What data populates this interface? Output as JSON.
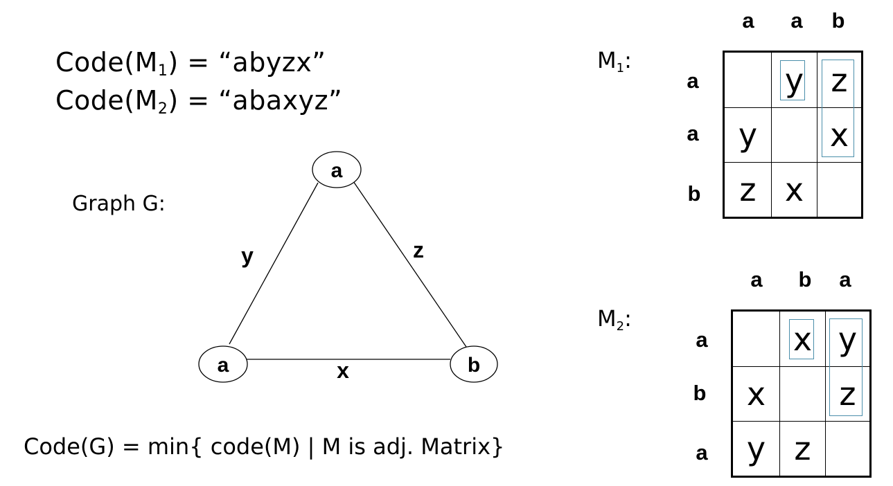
{
  "codes": [
    {
      "prefix": "Code(M",
      "sub": "1",
      "suffix": ") = “abyzx”"
    },
    {
      "prefix": "Code(M",
      "sub": "2",
      "suffix": ") = “abaxyz”"
    }
  ],
  "graph": {
    "label": "Graph G:",
    "nodes": [
      {
        "id": "top",
        "label": "a"
      },
      {
        "id": "left",
        "label": "a"
      },
      {
        "id": "right",
        "label": "b"
      }
    ],
    "edges": [
      {
        "from": "top",
        "to": "left",
        "label": "y"
      },
      {
        "from": "top",
        "to": "right",
        "label": "z"
      },
      {
        "from": "left",
        "to": "right",
        "label": "x"
      }
    ]
  },
  "formula": "Code(G) = min{ code(M) | M is adj. Matrix}",
  "matrices": [
    {
      "name": "M",
      "sub": "1",
      "colon": ":",
      "col_headers": [
        "a",
        "a",
        "b"
      ],
      "row_headers": [
        "a",
        "a",
        "b"
      ],
      "cells": [
        [
          "",
          "y",
          "z"
        ],
        [
          "y",
          "",
          "x"
        ],
        [
          "z",
          "x",
          ""
        ]
      ]
    },
    {
      "name": "M",
      "sub": "2",
      "colon": ":",
      "col_headers": [
        "a",
        "b",
        "a"
      ],
      "row_headers": [
        "a",
        "b",
        "a"
      ],
      "cells": [
        [
          "",
          "x",
          "y"
        ],
        [
          "x",
          "",
          "z"
        ],
        [
          "y",
          "z",
          ""
        ]
      ]
    }
  ],
  "colors": {
    "highlight_border": "#4a8eaa",
    "ink": "#000000",
    "background": "#ffffff"
  }
}
